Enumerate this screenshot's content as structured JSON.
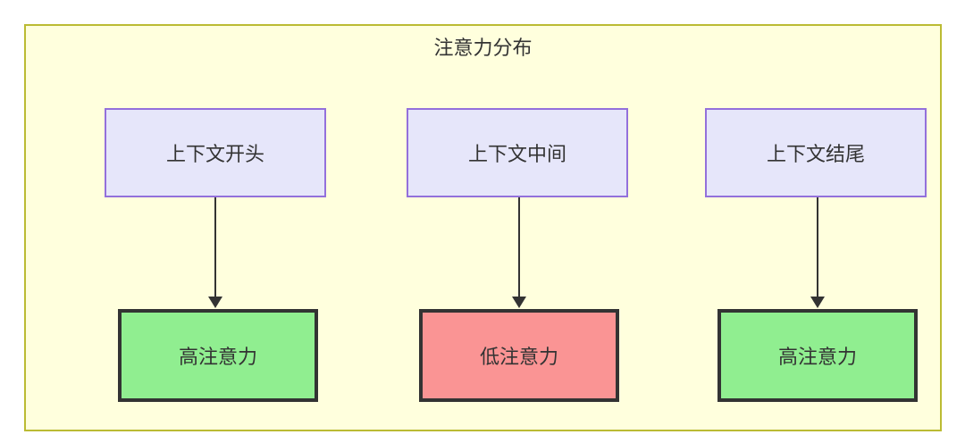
{
  "diagram": {
    "title": "注意力分布",
    "container": {
      "fill": "#ffffdd",
      "stroke": "#bbbb33"
    },
    "nodes": {
      "top": [
        {
          "id": "context-start",
          "label": "上下文开头",
          "fill": "#e6e6fa",
          "stroke": "#9370db"
        },
        {
          "id": "context-middle",
          "label": "上下文中间",
          "fill": "#e6e6fa",
          "stroke": "#9370db"
        },
        {
          "id": "context-end",
          "label": "上下文结尾",
          "fill": "#e6e6fa",
          "stroke": "#9370db"
        }
      ],
      "bottom": [
        {
          "id": "high-attention-left",
          "label": "高注意力",
          "fill": "#90ee90",
          "stroke": "#333333"
        },
        {
          "id": "low-attention-middle",
          "label": "低注意力",
          "fill": "#fa9494",
          "stroke": "#333333"
        },
        {
          "id": "high-attention-right",
          "label": "高注意力",
          "fill": "#90ee90",
          "stroke": "#333333"
        }
      ]
    },
    "edges": [
      {
        "from": "context-start",
        "to": "high-attention-left",
        "style": "arrow"
      },
      {
        "from": "context-middle",
        "to": "low-attention-middle",
        "style": "arrow"
      },
      {
        "from": "context-end",
        "to": "high-attention-right",
        "style": "arrow"
      }
    ]
  }
}
